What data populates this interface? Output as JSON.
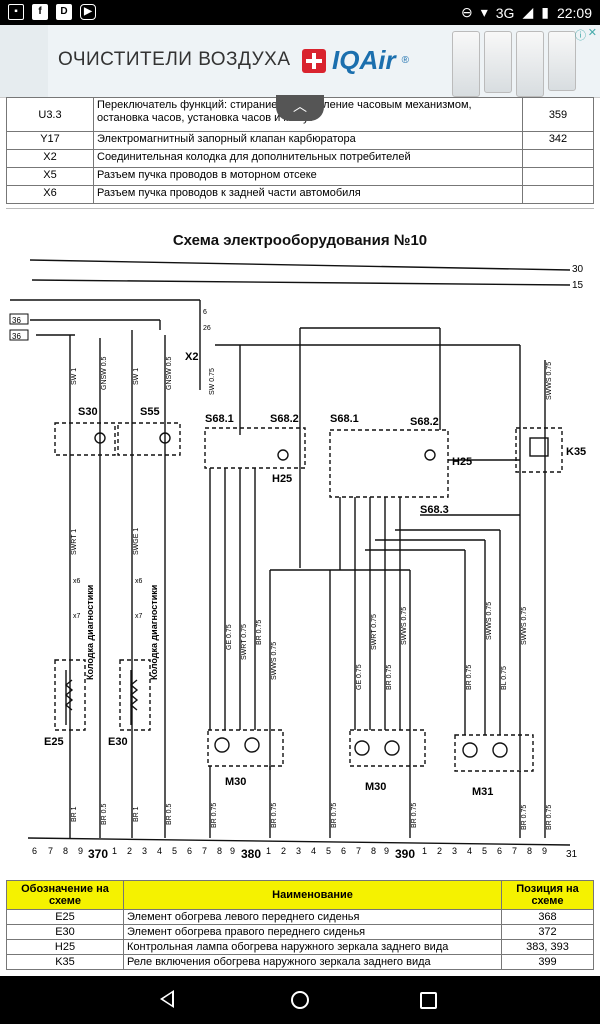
{
  "status": {
    "time": "22:09",
    "network": "3G",
    "left_icons": [
      "image-icon",
      "facebook-icon",
      "d-app-icon",
      "youtube-icon"
    ],
    "right_icons": [
      "dnd-icon",
      "wifi-icon",
      "signal-icon",
      "battery-icon"
    ]
  },
  "ad": {
    "text": "ОЧИСТИТЕЛИ ВОЗДУХА",
    "brand": "IQAir",
    "brand_mark": "®"
  },
  "top_table": {
    "rows": [
      {
        "code": "U3.3",
        "name": "Переключатель функций: стирание, установление часовым механизмом, остановка часов, установка часов и минут",
        "pos": "359"
      },
      {
        "code": "Y17",
        "name": "Электромагнитный запорный клапан карбюратора",
        "pos": "342"
      },
      {
        "code": "X2",
        "name": "Соединительная колодка для дополнительных потребителей",
        "pos": ""
      },
      {
        "code": "X5",
        "name": "Разъем пучка проводов в моторном отсеке",
        "pos": ""
      },
      {
        "code": "X6",
        "name": "Разъем пучка проводов к задней части автомобиля",
        "pos": ""
      }
    ]
  },
  "schema": {
    "title": "Схема электрооборудования №10",
    "rails": {
      "r30": "30",
      "r15": "15",
      "r31": "31"
    },
    "left_terms": {
      "t1": "36",
      "t2": "36"
    },
    "components": {
      "s30": "S30",
      "s55": "S55",
      "x2": "X2",
      "s681a": "S68.1",
      "s682a": "S68.2",
      "h25a": "H25",
      "s681b": "S68.1",
      "s682b": "S68.2",
      "h25b": "H25",
      "s683": "S68.3",
      "k35": "K35",
      "e25": "E25",
      "e30": "E30",
      "m30a": "M30",
      "m30b": "M30",
      "m31": "M31"
    },
    "diag_label": "Колодка диагностики",
    "wire_labels": {
      "w1": "SW 1",
      "w2": "GNSW 0.5",
      "w3": "SW 1",
      "w4": "GNSW 0.5",
      "w5": "SW 0.75",
      "w6": "SWRT 1",
      "w7": "SWGE 1",
      "w8": "GE 0.75",
      "w9": "SWRT 0.75",
      "w10": "BR 0.75",
      "w11": "SWWS 0.75",
      "w12": "GE 0.75",
      "w13": "SWRT 0.75",
      "w14": "BR 0.75",
      "w15": "SWWS 0.75",
      "w16": "BR 0.75",
      "w17": "SWWS 0.75",
      "w18": "BL 0.75",
      "w19": "SWWS 0.75",
      "w20": "SWWS 0.75"
    },
    "bottom_wires": {
      "b1": "BR 1",
      "b2": "BR 0.5",
      "b3": "BR 1",
      "b4": "BR 0.5",
      "b5": "BR 0.75",
      "b6": "BR 0.75",
      "b7": "BR 0.75",
      "b8": "BR 0.75",
      "b9": "BR 0.75",
      "b10": "BR 0.75"
    },
    "bottom_scale": {
      "n1": "6",
      "n2": "7",
      "n3": "8",
      "n4": "9",
      "p370": "370",
      "n5": "1",
      "n6": "2",
      "n7": "3",
      "n8": "4",
      "n9": "5",
      "n10": "6",
      "n11": "7",
      "n12": "8",
      "n13": "9",
      "p380": "380",
      "n14": "1",
      "n15": "2",
      "n16": "3",
      "n17": "4",
      "n18": "5",
      "n19": "6",
      "n20": "7",
      "n21": "8",
      "n22": "9",
      "p390": "390",
      "n23": "1",
      "n24": "2",
      "n25": "3",
      "n26": "4",
      "n27": "5",
      "n28": "6",
      "n29": "7",
      "n30": "8",
      "n31": "9"
    },
    "conn_nums": {
      "x6": "x6",
      "x7": "x7",
      "x6b": "x6",
      "x7b": "x7",
      "x2a": "6",
      "x2b": "26"
    }
  },
  "bottom_table": {
    "headers": {
      "code": "Обозначение на схеме",
      "name": "Наименование",
      "pos": "Позиция на схеме"
    },
    "rows": [
      {
        "code": "E25",
        "name": "Элемент обогрева левого переднего сиденья",
        "pos": "368"
      },
      {
        "code": "E30",
        "name": "Элемент обогрева правого переднего сиденья",
        "pos": "372"
      },
      {
        "code": "H25",
        "name": "Контрольная лампа обогрева наружного зеркала заднего вида",
        "pos": "383, 393"
      },
      {
        "code": "K35",
        "name": "Реле включения обогрева наружного зеркала заднего вида",
        "pos": "399"
      }
    ]
  }
}
